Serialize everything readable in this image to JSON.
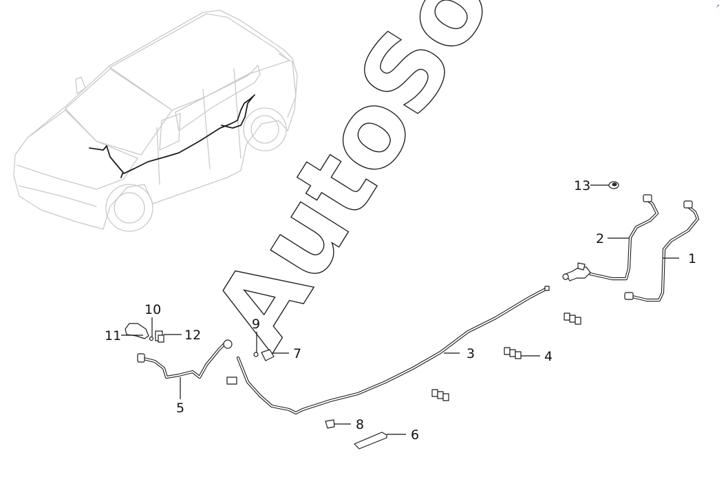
{
  "watermark": "AutoSoft",
  "corner_mark": "↗",
  "callouts": [
    {
      "id": "1",
      "label": "1"
    },
    {
      "id": "2",
      "label": "2"
    },
    {
      "id": "3",
      "label": "3"
    },
    {
      "id": "4",
      "label": "4"
    },
    {
      "id": "5",
      "label": "5"
    },
    {
      "id": "6",
      "label": "6"
    },
    {
      "id": "7",
      "label": "7"
    },
    {
      "id": "8",
      "label": "8"
    },
    {
      "id": "9",
      "label": "9"
    },
    {
      "id": "10",
      "label": "10"
    },
    {
      "id": "11",
      "label": "11"
    },
    {
      "id": "12",
      "label": "12"
    },
    {
      "id": "13",
      "label": "13"
    }
  ]
}
